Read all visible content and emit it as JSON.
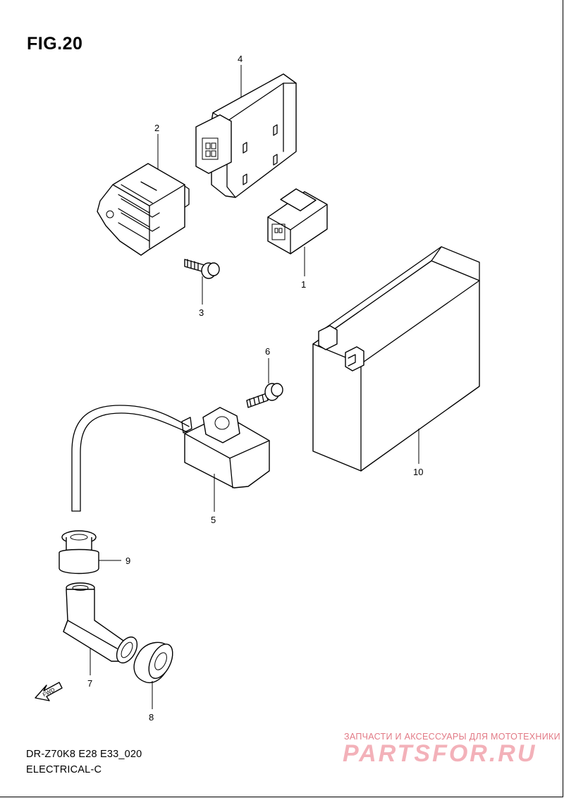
{
  "figure": {
    "title": "FIG.20",
    "model_code": "DR-Z70K8 E28 E33_020",
    "section_name": "ELECTRICAL-C"
  },
  "callouts": [
    {
      "id": "1",
      "label": "1"
    },
    {
      "id": "2",
      "label": "2"
    },
    {
      "id": "3",
      "label": "3"
    },
    {
      "id": "4",
      "label": "4"
    },
    {
      "id": "5",
      "label": "5"
    },
    {
      "id": "6",
      "label": "6"
    },
    {
      "id": "7",
      "label": "7"
    },
    {
      "id": "8",
      "label": "8"
    },
    {
      "id": "9",
      "label": "9"
    },
    {
      "id": "10",
      "label": "10"
    }
  ],
  "fwd_arrow": {
    "label": "FWD"
  },
  "watermark": {
    "tagline": "ЗАПЧАСТИ И АКСЕССУАРЫ ДЛЯ МОТОТЕХНИКИ",
    "logo": "PARTSFOR.RU"
  }
}
